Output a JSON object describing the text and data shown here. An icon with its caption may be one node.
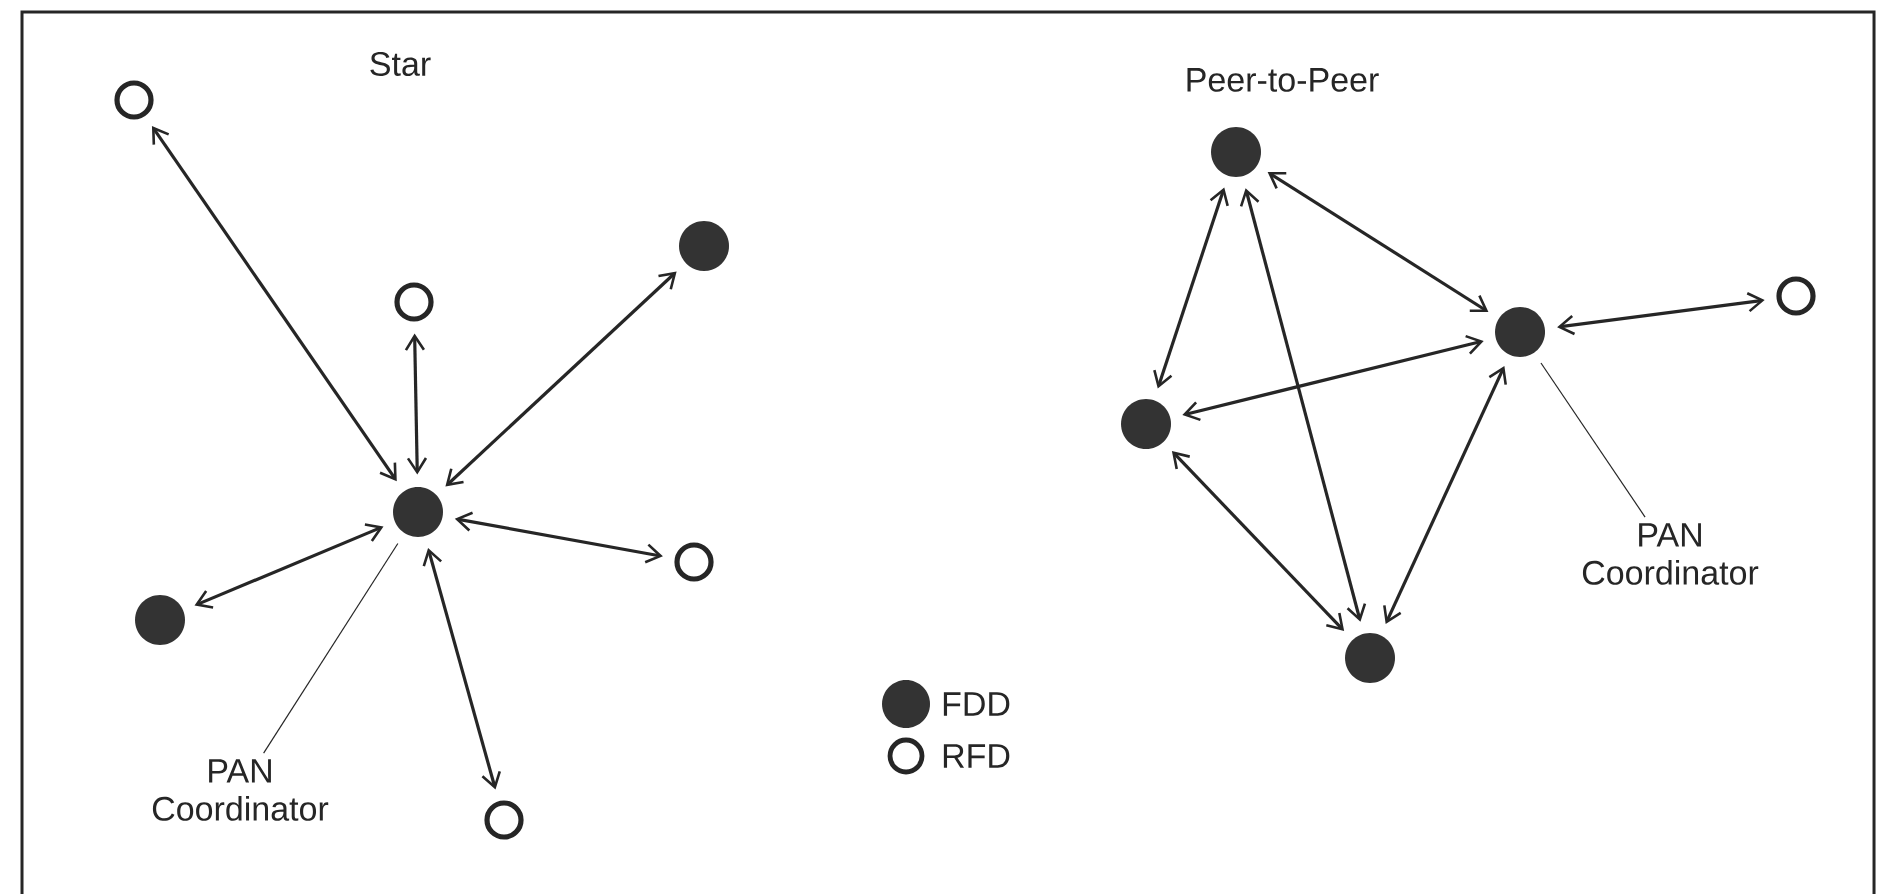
{
  "diagram": {
    "nodes": [
      {
        "text": [],
        "shape": "circle"
      },
      {
        "text": [],
        "shape": "dot"
      },
      {
        "text": [],
        "shape": "circle"
      },
      {
        "text": [],
        "shape": "dot"
      },
      {
        "text": [],
        "shape": "circle"
      },
      {
        "text": [],
        "shape": "dot"
      },
      {
        "text": [
          "PAN Coordinator"
        ]
      },
      {
        "text": [],
        "shape": "circle"
      },
      {
        "text": [],
        "shape": "dot"
      },
      {
        "text": [],
        "shape": "dot"
      },
      {
        "text": [],
        "shape": "circle"
      },
      {
        "text": [],
        "shape": "dot"
      },
      {
        "text": [
          "PAN Coordinator"
        ]
      },
      {
        "text": [],
        "shape": "dot"
      }
    ],
    "edges": [
      {
        "from": 3,
        "to": 0,
        "arrow": "both"
      },
      {
        "from": 3,
        "to": 2,
        "arrow": "both"
      },
      {
        "from": 3,
        "to": 1,
        "arrow": "both"
      },
      {
        "from": 3,
        "to": 4,
        "arrow": "both"
      },
      {
        "from": 3,
        "to": 5,
        "arrow": "both"
      },
      {
        "from": 3,
        "to": 7,
        "arrow": "both"
      },
      {
        "from": 6,
        "to": 3,
        "arrow": "none"
      },
      {
        "from": 8,
        "to": 9,
        "arrow": "both"
      },
      {
        "from": 8,
        "to": 11,
        "arrow": "both"
      },
      {
        "from": 8,
        "to": 13,
        "arrow": "both"
      },
      {
        "from": 11,
        "to": 9,
        "arrow": "both"
      },
      {
        "from": 11,
        "to": 13,
        "arrow": "both"
      },
      {
        "from": 13,
        "to": 9,
        "arrow": "both"
      },
      {
        "from": 9,
        "to": 10,
        "arrow": "both"
      },
      {
        "from": 12,
        "to": 9,
        "arrow": "none"
      }
    ],
    "labels": [
      "Star",
      "Peer-to-Peer"
    ],
    "legend": [
      {
        "text": "FDD",
        "color": "#333333"
      },
      {
        "text": "RFD"
      }
    ]
  }
}
